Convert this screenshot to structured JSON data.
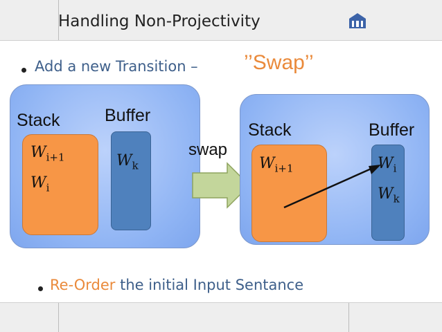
{
  "slide": {
    "title": "Handling Non-Projectivity",
    "bullet1": "Add a new Transition –",
    "swap_word": "’’Swap’’",
    "bullet2_highlight": "Re-Order",
    "bullet2_rest": " the initial Input Sentance",
    "arrow_label": "swap"
  },
  "left_config": {
    "stack_label": "Stack",
    "buffer_label": "Buffer",
    "stack": [
      {
        "var": "W",
        "sub": "i+1"
      },
      {
        "var": "W",
        "sub": "i"
      }
    ],
    "buffer": [
      {
        "var": "W",
        "sub": "k"
      }
    ]
  },
  "right_config": {
    "stack_label": "Stack",
    "buffer_label": "Buffer",
    "stack": [
      {
        "var": "W",
        "sub": "i+1"
      }
    ],
    "buffer": [
      {
        "var": "W",
        "sub": "i"
      },
      {
        "var": "W",
        "sub": "k"
      }
    ]
  },
  "colors": {
    "panel": "#8fb4f4",
    "stack": "#f79646",
    "buffer": "#4f81bd",
    "arrow": "#c3d69b",
    "highlight": "#ea8a3b",
    "text": "#3e5f8a"
  },
  "icons": [
    "logo-icon",
    "bullet-dot-icon",
    "swap-arrow-icon",
    "move-arrow-icon"
  ]
}
